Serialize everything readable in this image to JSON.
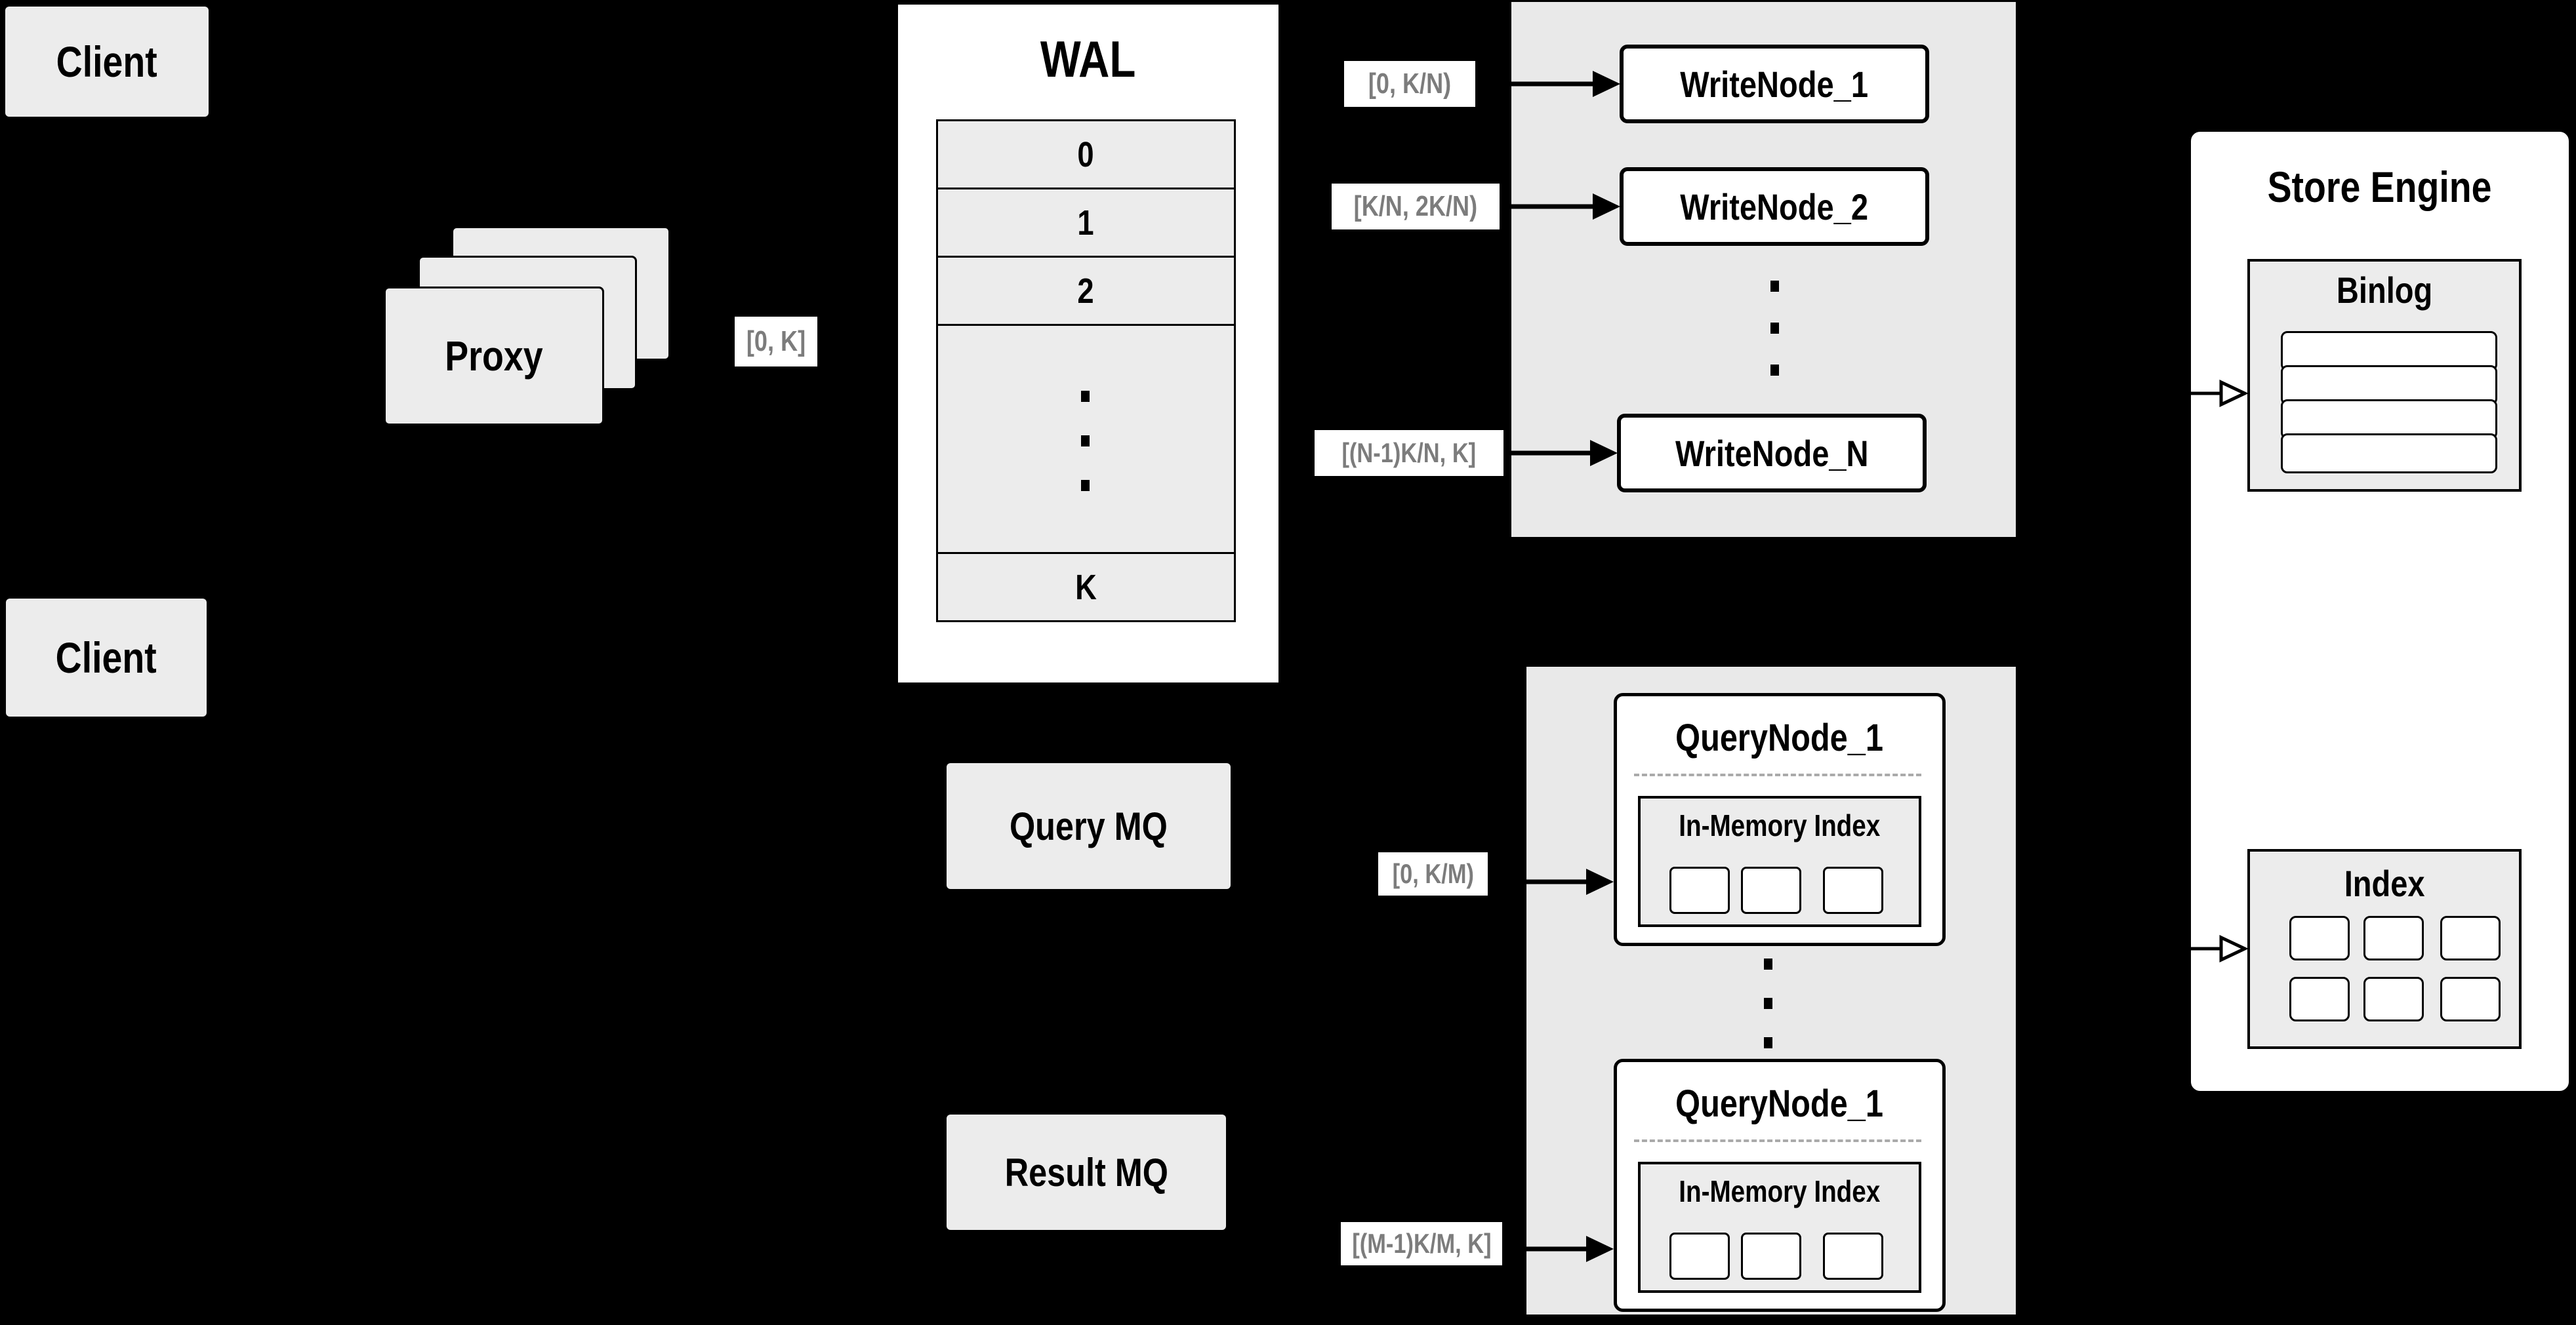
{
  "colors": {
    "background": "#000000",
    "box_fill": "#ececec",
    "panel_fill": "#e9e9e9",
    "node_fill": "#ffffff",
    "border": "#000000",
    "range_label_text": "#7c7c7c",
    "dashed_separator": "#aaaaaa"
  },
  "nodes": {
    "client_top": "Client",
    "client_bottom": "Client",
    "proxy": "Proxy",
    "wal": {
      "title": "WAL",
      "segments": [
        "0",
        "1",
        "2"
      ],
      "last_segment": "K"
    },
    "query_mq": "Query MQ",
    "result_mq": "Result MQ",
    "write_nodes": {
      "first": "WriteNode_1",
      "second": "WriteNode_2",
      "last": "WriteNode_N"
    },
    "query_nodes": {
      "first": {
        "title": "QueryNode_1",
        "memory_label": "In-Memory Index"
      },
      "last": {
        "title": "QueryNode_1",
        "memory_label": "In-Memory Index"
      }
    },
    "store_engine": {
      "title": "Store Engine",
      "binlog_title": "Binlog",
      "index_title": "Index"
    }
  },
  "range_labels": {
    "proxy_to_wal": "[0, K]",
    "to_write_1": "[0, K/N)",
    "to_write_2": "[K/N, 2K/N)",
    "to_write_n": "[(N-1)K/N, K]",
    "to_query_1": "[0, K/M)",
    "to_query_m": "[(M-1)K/M, K]"
  }
}
